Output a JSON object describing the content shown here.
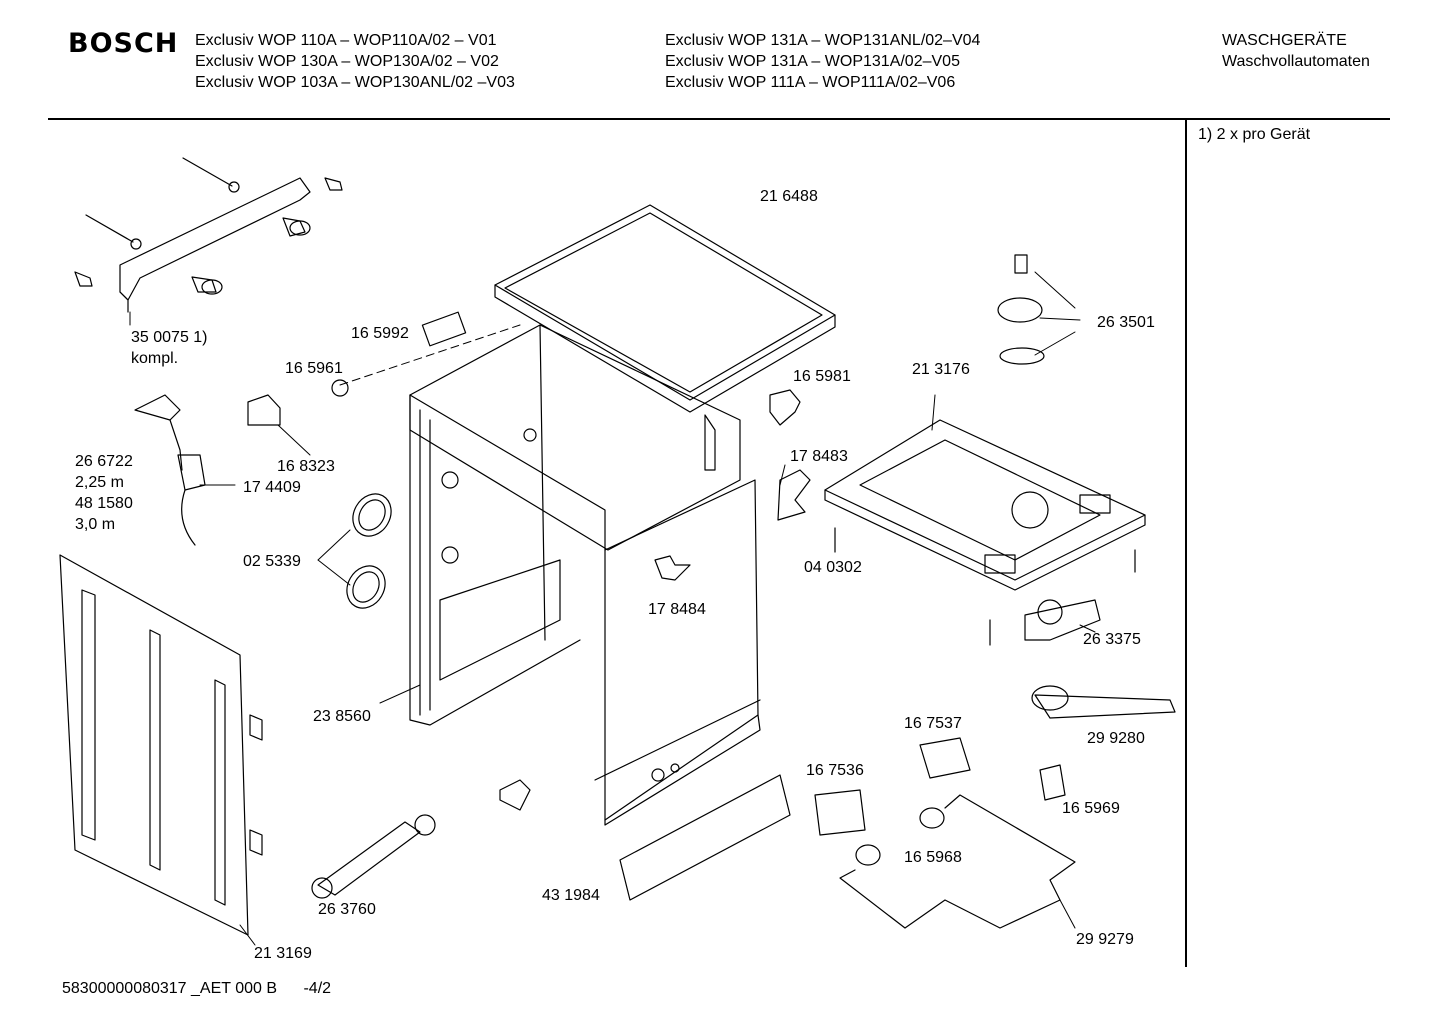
{
  "header": {
    "logo": "BOSCH",
    "models_left": [
      "Exclusiv WOP 110A – WOP110A/02 – V01",
      "Exclusiv WOP 130A – WOP130A/02 – V02",
      "Exclusiv WOP 103A – WOP130ANL/02 –V03"
    ],
    "models_right": [
      "Exclusiv WOP 131A – WOP131ANL/02–V04",
      "Exclusiv WOP 131A – WOP131A/02–V05",
      "Exclusiv WOP 111A – WOP111A/02–V06"
    ],
    "category": [
      "WASCHGERÄTE",
      "Waschvollautomaten"
    ]
  },
  "note": "1) 2 x pro Gerät",
  "parts": {
    "p216488": "21 6488",
    "p350075": "35 0075 1)",
    "p350075b": "kompl.",
    "p165992": "16 5992",
    "p165961": "16 5961",
    "p263501": "26 3501",
    "p165981": "16 5981",
    "p213176": "21 3176",
    "p266722": "26 6722",
    "p266722b": "2,25 m",
    "p266722c": "48 1580",
    "p266722d": "3,0 m",
    "p174409": "17 4409",
    "p168323": "16 8323",
    "p178483": "17 8483",
    "p025339": "02 5339",
    "p040302": "04 0302",
    "p178484": "17 8484",
    "p263375": "26 3375",
    "p238560": "23 8560",
    "p167537": "16 7537",
    "p299280": "29 9280",
    "p167536": "16 7536",
    "p165969": "16 5969",
    "p165968": "16 5968",
    "p263760": "26 3760",
    "p431984": "43 1984",
    "p299279": "29 9279",
    "p213169": "21 3169"
  },
  "footer": {
    "code": "58300000080317 _AET 000 B",
    "page": "-4/2"
  }
}
